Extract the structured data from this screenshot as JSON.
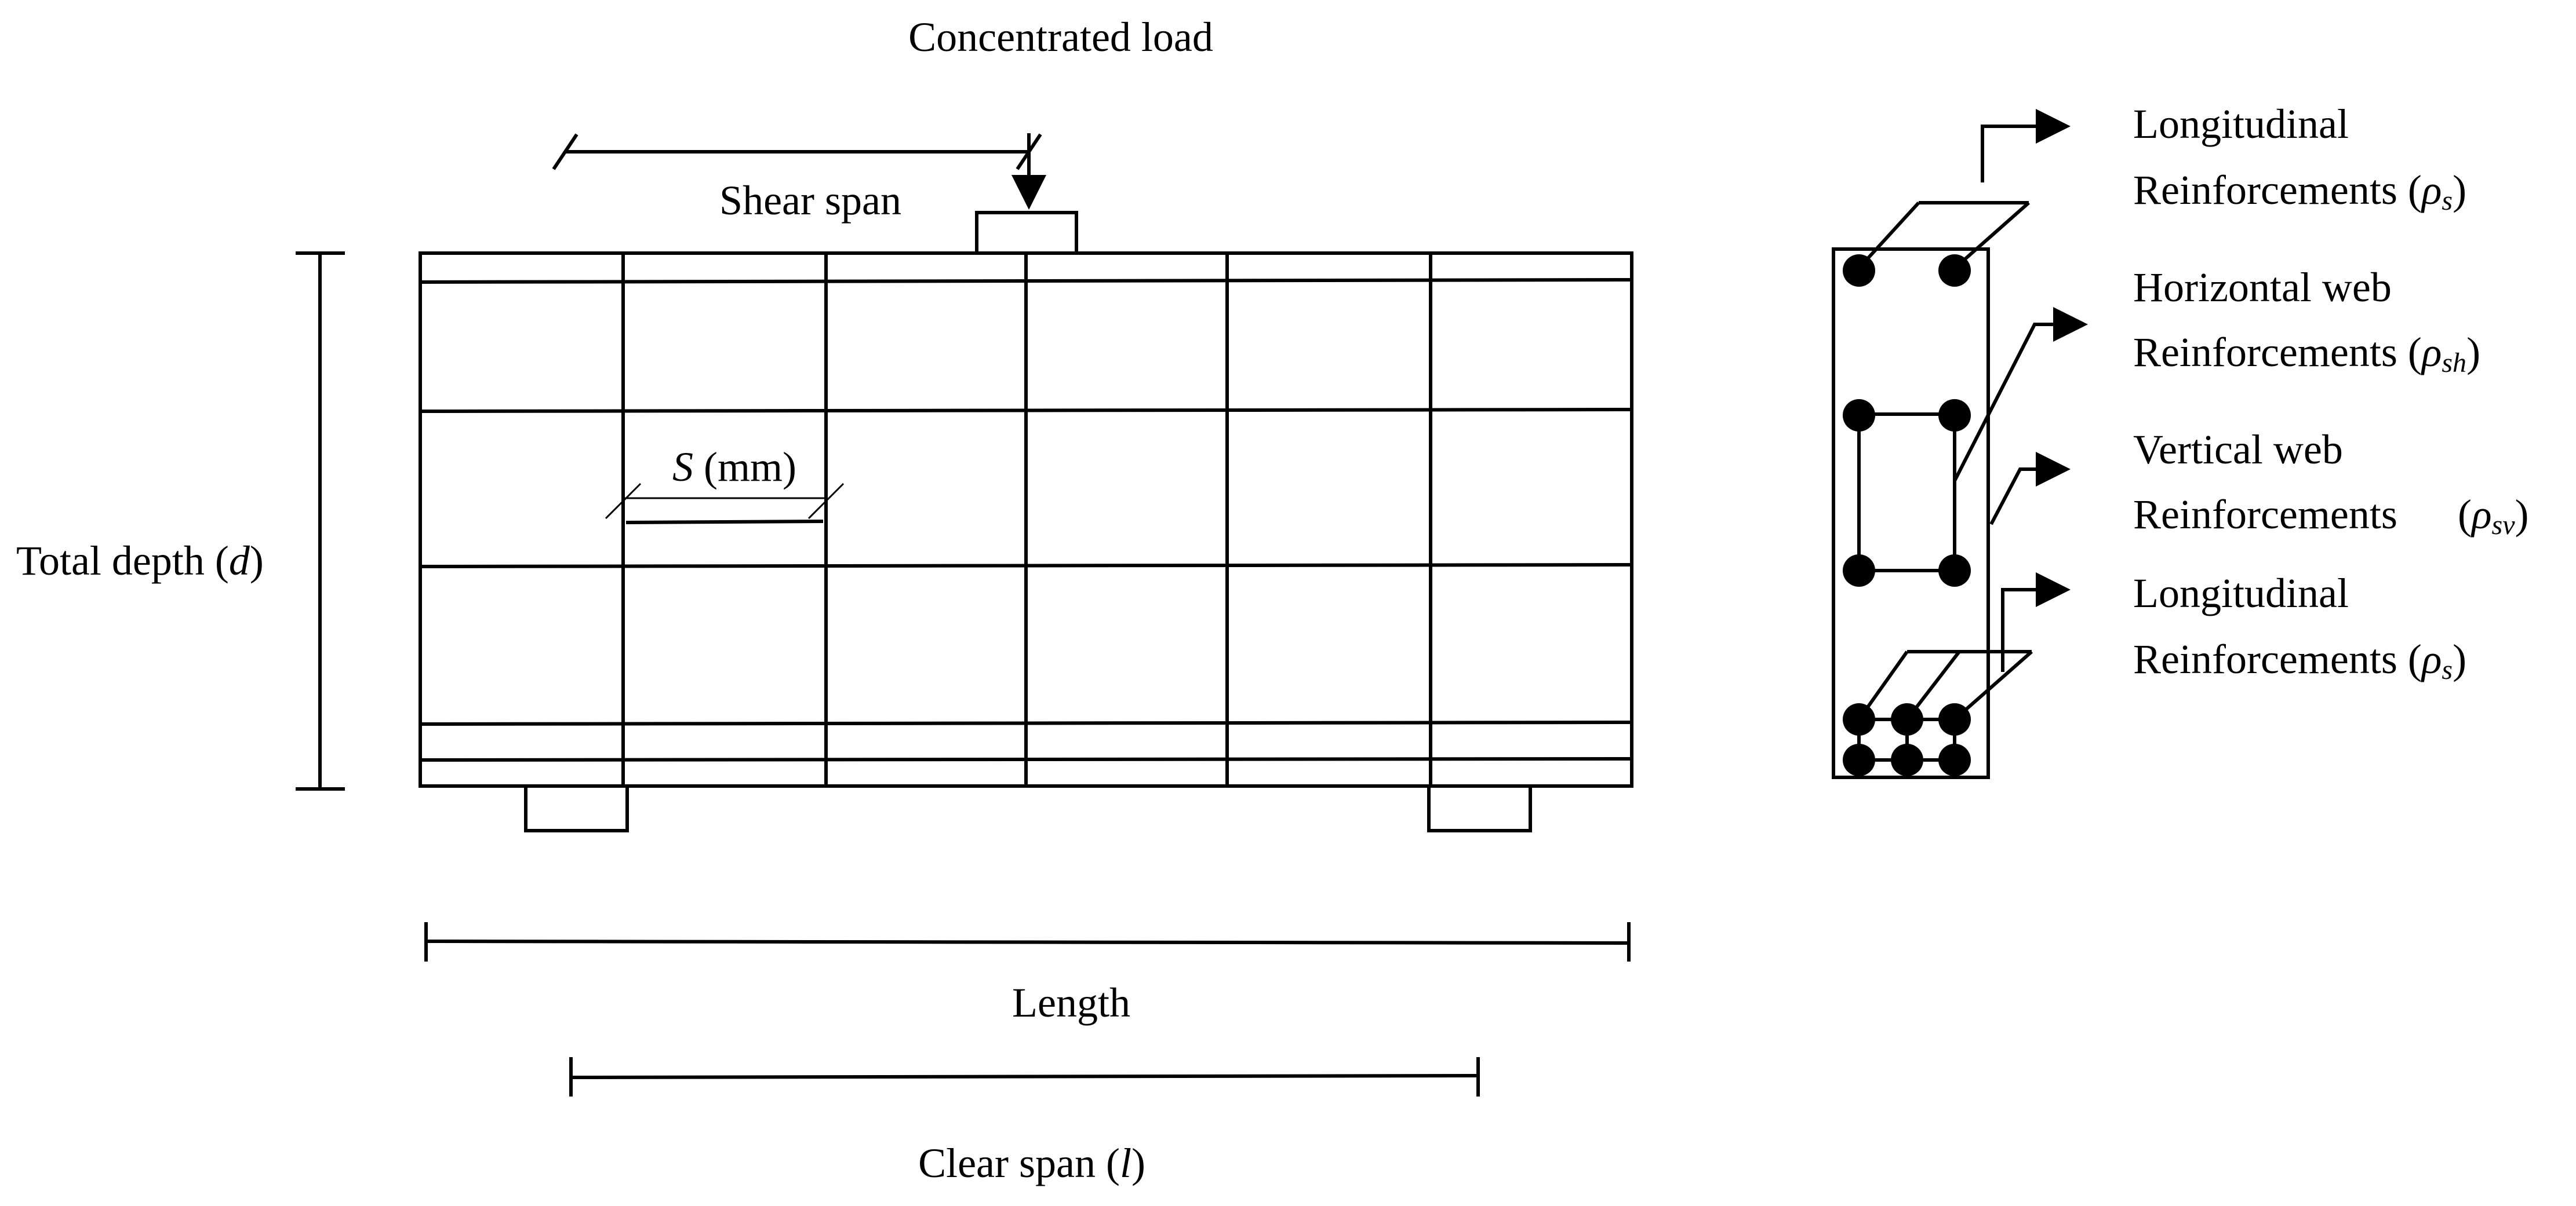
{
  "labels": {
    "concentrated_load": "Concentrated load",
    "shear_span": "Shear span",
    "total_depth": "Total depth (",
    "total_depth_var": "d",
    "total_depth_close": ")",
    "spacing_var": "S",
    "spacing_unit": " (mm)",
    "length": "Length",
    "clear_span": "Clear span (",
    "clear_span_var": "l",
    "clear_span_close": ")"
  },
  "legend": {
    "long_top_1": "Longitudinal",
    "long_top_2": "Reinforcements (",
    "long_top_sym": "ρ",
    "long_top_sub": "s",
    "long_top_close": ")",
    "horiz_1": "Horizontal web",
    "horiz_2": "Reinforcements (",
    "horiz_sym": "ρ",
    "horiz_sub": "sh",
    "horiz_close": ")",
    "vert_1": "Vertical web",
    "vert_2": "Reinforcements",
    "vert_open": "(",
    "vert_sym": "ρ",
    "vert_sub": "sv",
    "vert_close": ")",
    "long_bot_1": "Longitudinal",
    "long_bot_2": "Reinforcements (",
    "long_bot_sym": "ρ",
    "long_bot_sub": "s",
    "long_bot_close": ")"
  }
}
